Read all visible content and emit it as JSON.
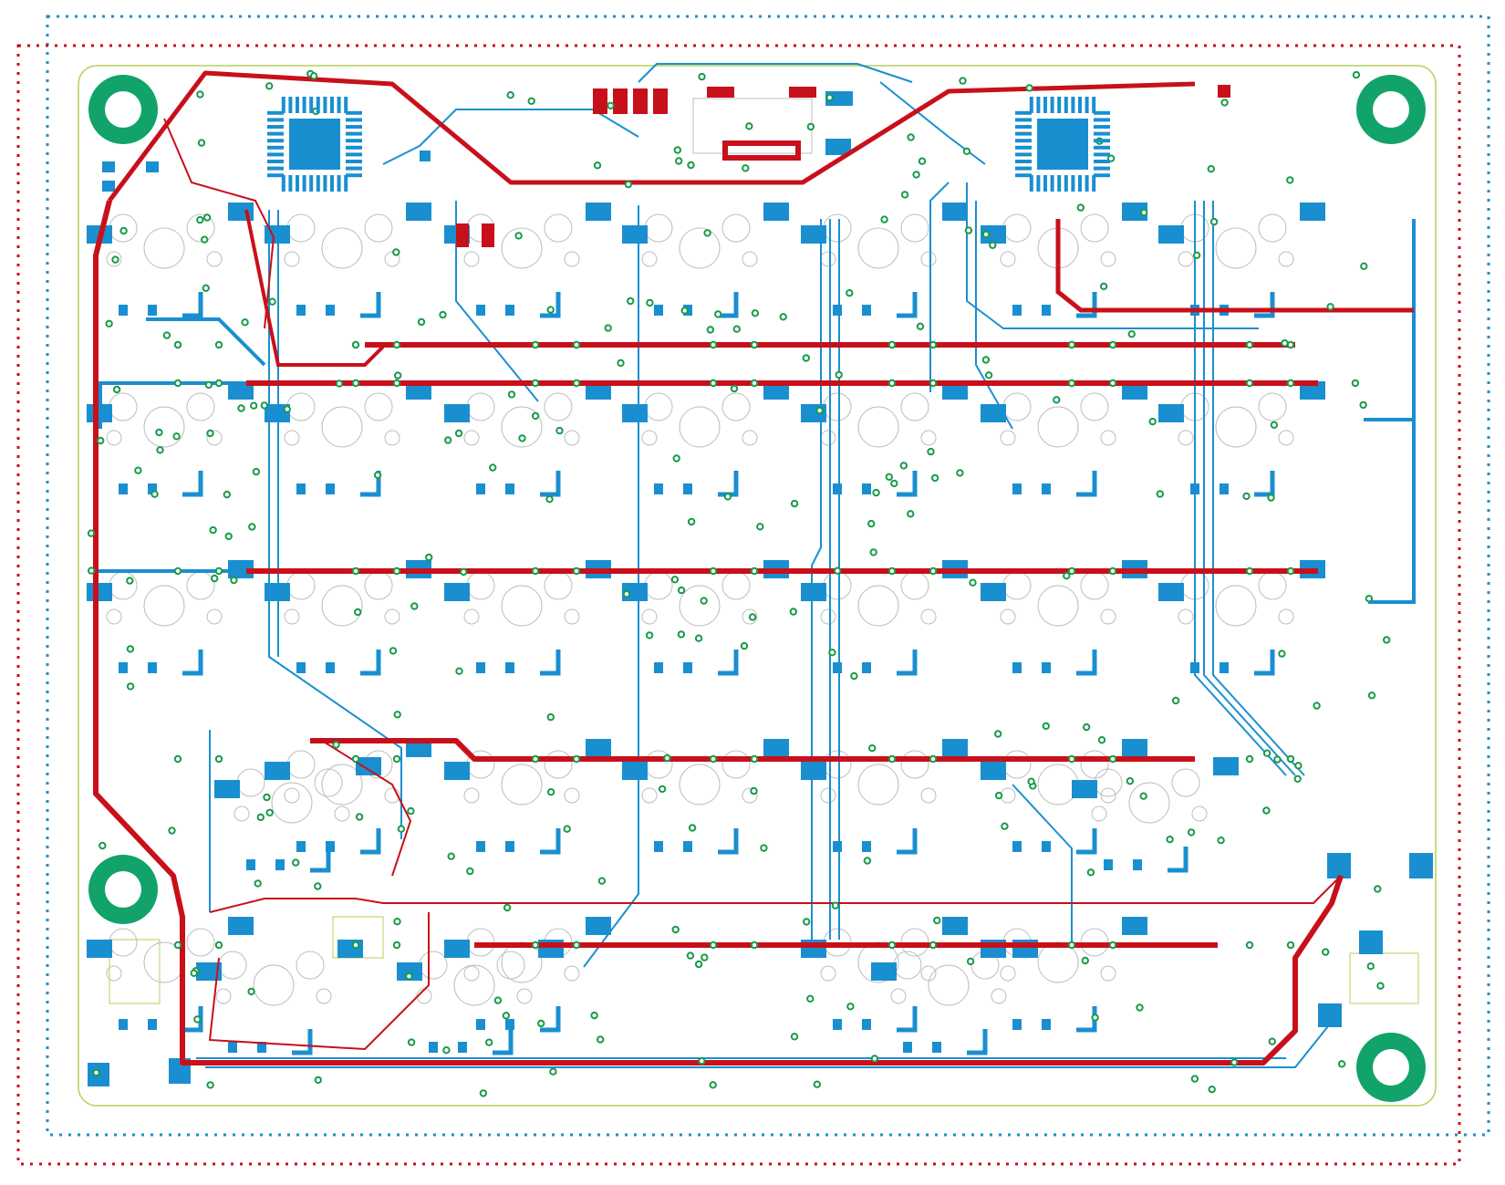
{
  "colors": {
    "background": "#ffffff",
    "top_copper": "#c8101a",
    "bottom_copper": "#1a8fd0",
    "via": "#1a9a4a",
    "mounting_hole": "#11a36a",
    "outline": "#b7cf5a",
    "silkscreen": "#bdbdbd",
    "ic_pad": "#1a8fd0"
  },
  "layers": [
    "top-copper",
    "bottom-copper",
    "vias",
    "board-outline",
    "silkscreen"
  ],
  "board": {
    "mounting_holes": 4,
    "key_switch_grid": {
      "rows": 5,
      "cols": 7
    },
    "microcontrollers": 2,
    "usb_connector": 1
  }
}
